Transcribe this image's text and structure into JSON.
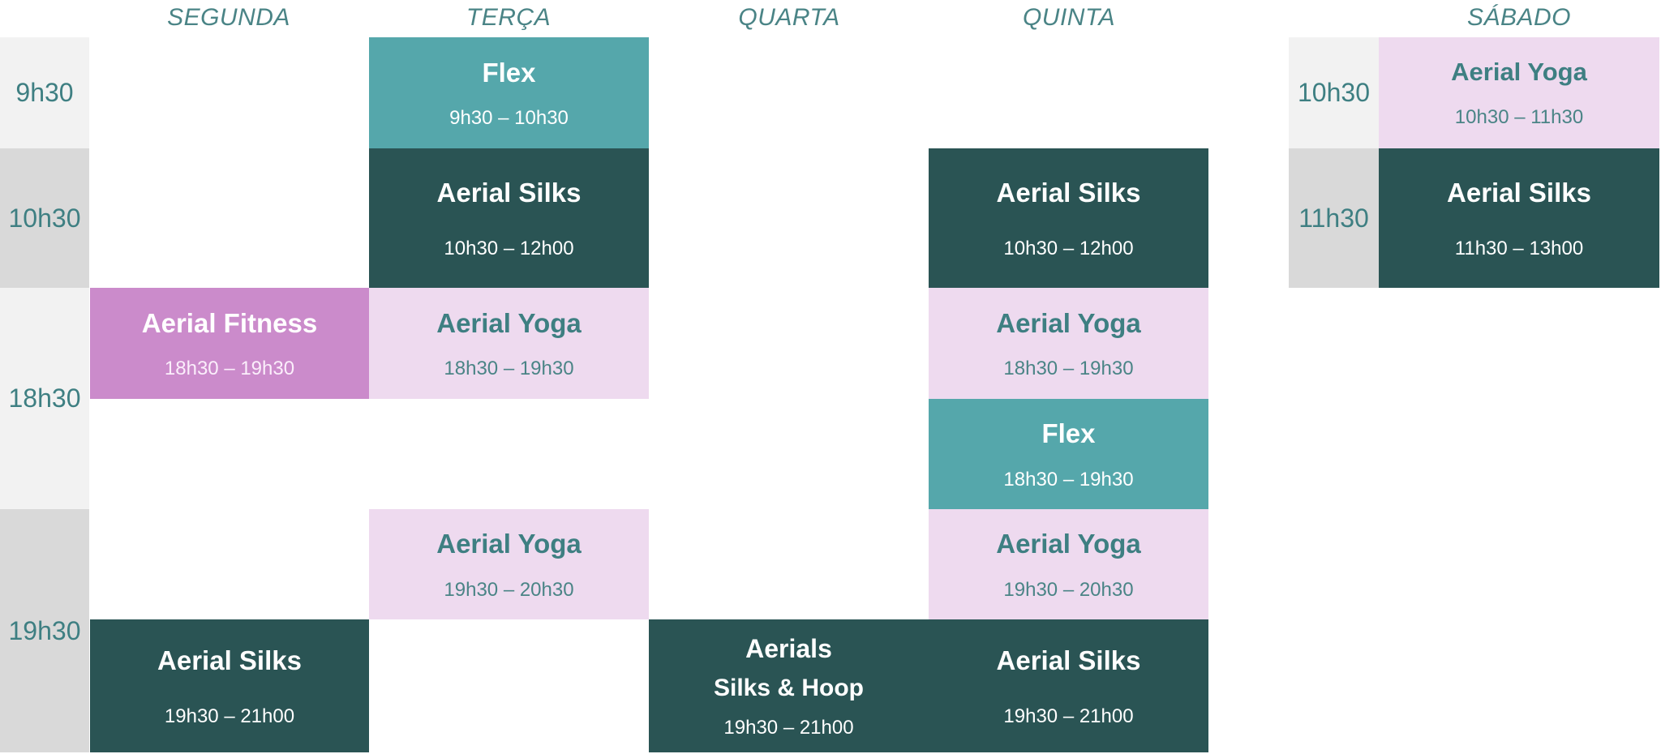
{
  "days": [
    "SEGUNDA",
    "TERÇA",
    "QUARTA",
    "QUINTA",
    "SÁBADO"
  ],
  "weekday_times": [
    "9h30",
    "10h30",
    "18h30",
    "19h30"
  ],
  "saturday_times": [
    "10h30",
    "11h30"
  ],
  "classes": {
    "tue_flex": {
      "name": "Flex",
      "range": "9h30 – 10h30"
    },
    "tue_silks": {
      "name": "Aerial Silks",
      "range": "10h30 – 12h00"
    },
    "thu_silks_am": {
      "name": "Aerial Silks",
      "range": "10h30 – 12h00"
    },
    "mon_fitness": {
      "name": "Aerial Fitness",
      "range": "18h30 – 19h30"
    },
    "tue_yoga_1830": {
      "name": "Aerial Yoga",
      "range": "18h30 – 19h30"
    },
    "thu_yoga_1830": {
      "name": "Aerial Yoga",
      "range": "18h30 – 19h30"
    },
    "thu_flex": {
      "name": "Flex",
      "range": "18h30 – 19h30"
    },
    "tue_yoga_1930": {
      "name": "Aerial Yoga",
      "range": "19h30 – 20h30"
    },
    "thu_yoga_1930": {
      "name": "Aerial Yoga",
      "range": "19h30 – 20h30"
    },
    "mon_silks_pm": {
      "name": "Aerial Silks",
      "range": "19h30 – 21h00"
    },
    "wed_aerials": {
      "name": "Aerials",
      "name2": "Silks & Hoop",
      "range": "19h30 – 21h00"
    },
    "thu_silks_pm": {
      "name": "Aerial Silks",
      "range": "19h30 – 21h00"
    },
    "sat_yoga": {
      "name": "Aerial Yoga",
      "range": "10h30 – 11h30"
    },
    "sat_silks": {
      "name": "Aerial Silks",
      "range": "11h30 – 13h00"
    }
  },
  "colors": {
    "dark_green": "#2a5454",
    "teal": "#55a7ab",
    "light_pink": "#eedaef",
    "purple": "#cb8bcb",
    "heading_teal": "#4a8486"
  }
}
